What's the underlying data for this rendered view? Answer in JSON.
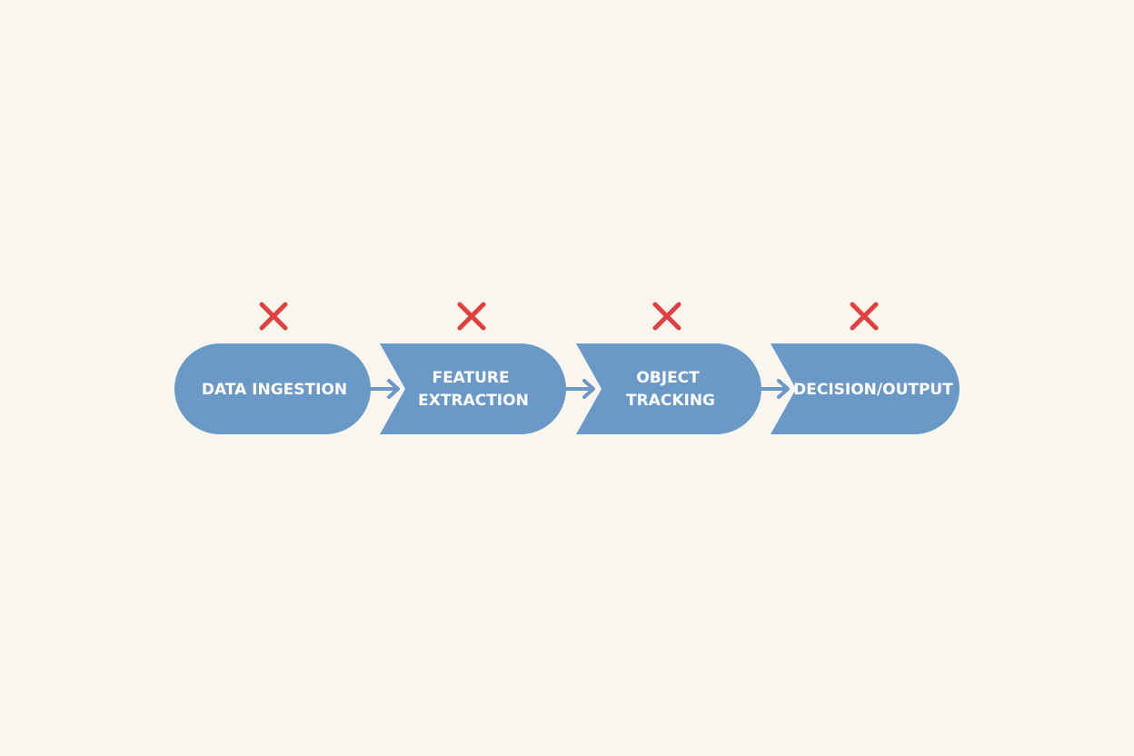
{
  "colors": {
    "background": "#f8f6ee",
    "stage_fill": "#6a99c7",
    "stage_text": "#ffffff",
    "connector": "#6a99c7",
    "status_icon": "#e0403f"
  },
  "stages": [
    {
      "lines": [
        "DATA INGESTION"
      ],
      "status_icon": "x-mark-icon"
    },
    {
      "lines": [
        "FEATURE",
        "EXTRACTION"
      ],
      "status_icon": "x-mark-icon"
    },
    {
      "lines": [
        "OBJECT",
        "TRACKING"
      ],
      "status_icon": "x-mark-icon"
    },
    {
      "lines": [
        "DECISION/OUTPUT"
      ],
      "status_icon": "x-mark-icon"
    }
  ]
}
